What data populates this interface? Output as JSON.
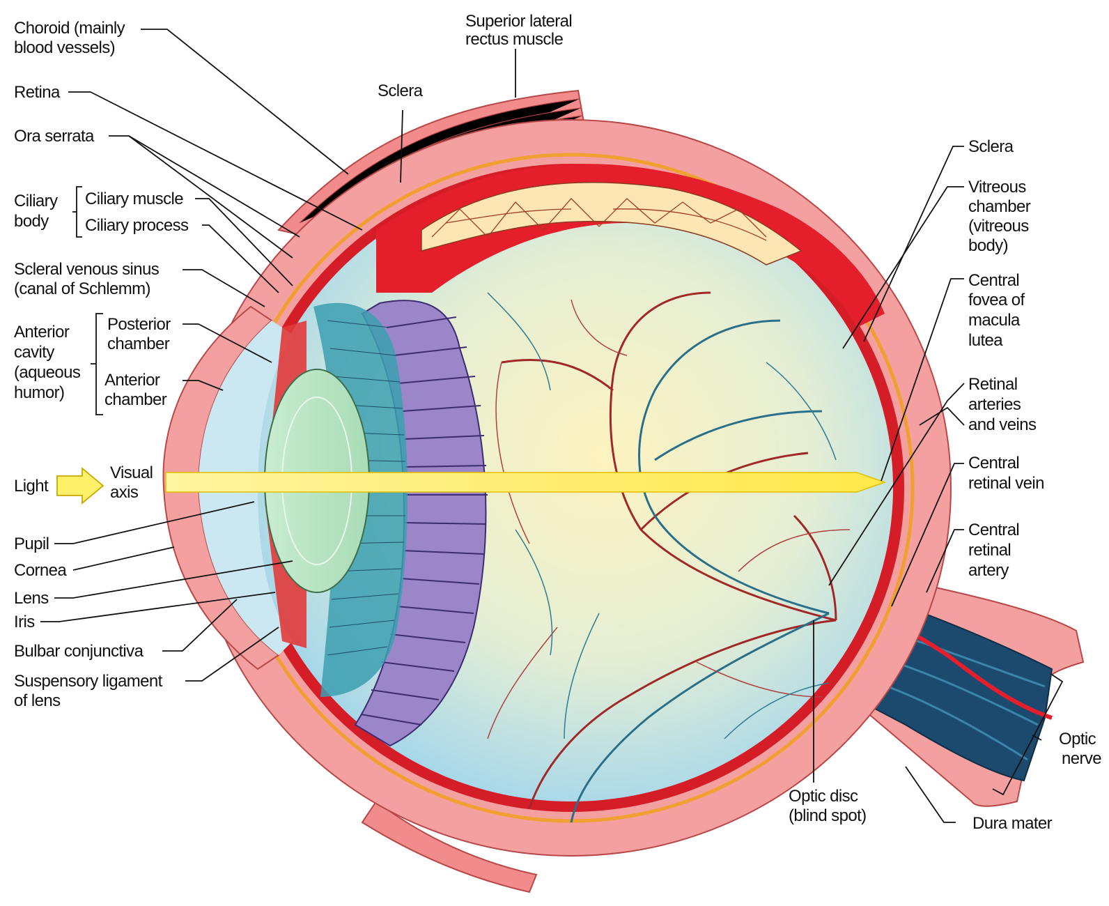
{
  "labels": {
    "choroid": [
      "Choroid (mainly",
      "blood vessels)"
    ],
    "superior_lateral_rectus": [
      "Superior lateral",
      "rectus muscle"
    ],
    "sclera_top": "Sclera",
    "retina": "Retina",
    "ora_serrata": "Ora serrata",
    "ciliary_body": [
      "Ciliary",
      "body"
    ],
    "ciliary_muscle": "Ciliary muscle",
    "ciliary_process": "Ciliary process",
    "scleral_venous_sinus": [
      "Scleral venous sinus",
      "(canal of Schlemm)"
    ],
    "anterior_cavity": [
      "Anterior",
      "cavity",
      "(aqueous",
      "humor)"
    ],
    "posterior_chamber": [
      "Posterior",
      "chamber"
    ],
    "anterior_chamber": [
      "Anterior",
      "chamber"
    ],
    "light": "Light",
    "visual_axis": [
      "Visual",
      "axis"
    ],
    "pupil": "Pupil",
    "cornea": "Cornea",
    "lens": "Lens",
    "iris": "Iris",
    "bulbar_conjunctiva": "Bulbar conjunctiva",
    "suspensory_ligament": [
      "Suspensory ligament",
      "of lens"
    ],
    "sclera_right": "Sclera",
    "vitreous_chamber": [
      "Vitreous",
      "chamber",
      "(vitreous",
      "body)"
    ],
    "central_fovea": [
      "Central",
      "fovea of",
      "macula",
      "lutea"
    ],
    "retinal_arteries": [
      "Retinal",
      "arteries",
      "and veins"
    ],
    "central_retinal_vein": [
      "Central",
      "retinal vein"
    ],
    "central_retinal_artery": [
      "Central",
      "retinal",
      "artery"
    ],
    "optic_nerve": [
      "Optic",
      "nerve"
    ],
    "optic_disc": [
      "Optic disc",
      "(blind spot)"
    ],
    "dura_mater": "Dura mater"
  },
  "colors": {
    "sclera": "#f4a0a0",
    "choroid": "#e41e2a",
    "vitreous_light": "#fdf3c0",
    "vitreous_blue": "#9fd4ec",
    "lens": "#b9e4c1",
    "ciliary": "#9a86c8",
    "axis": "#fff06a",
    "vessel": "#a22828",
    "vessel_blue": "#2a6f8a",
    "nerve": "#1c4a6e"
  }
}
